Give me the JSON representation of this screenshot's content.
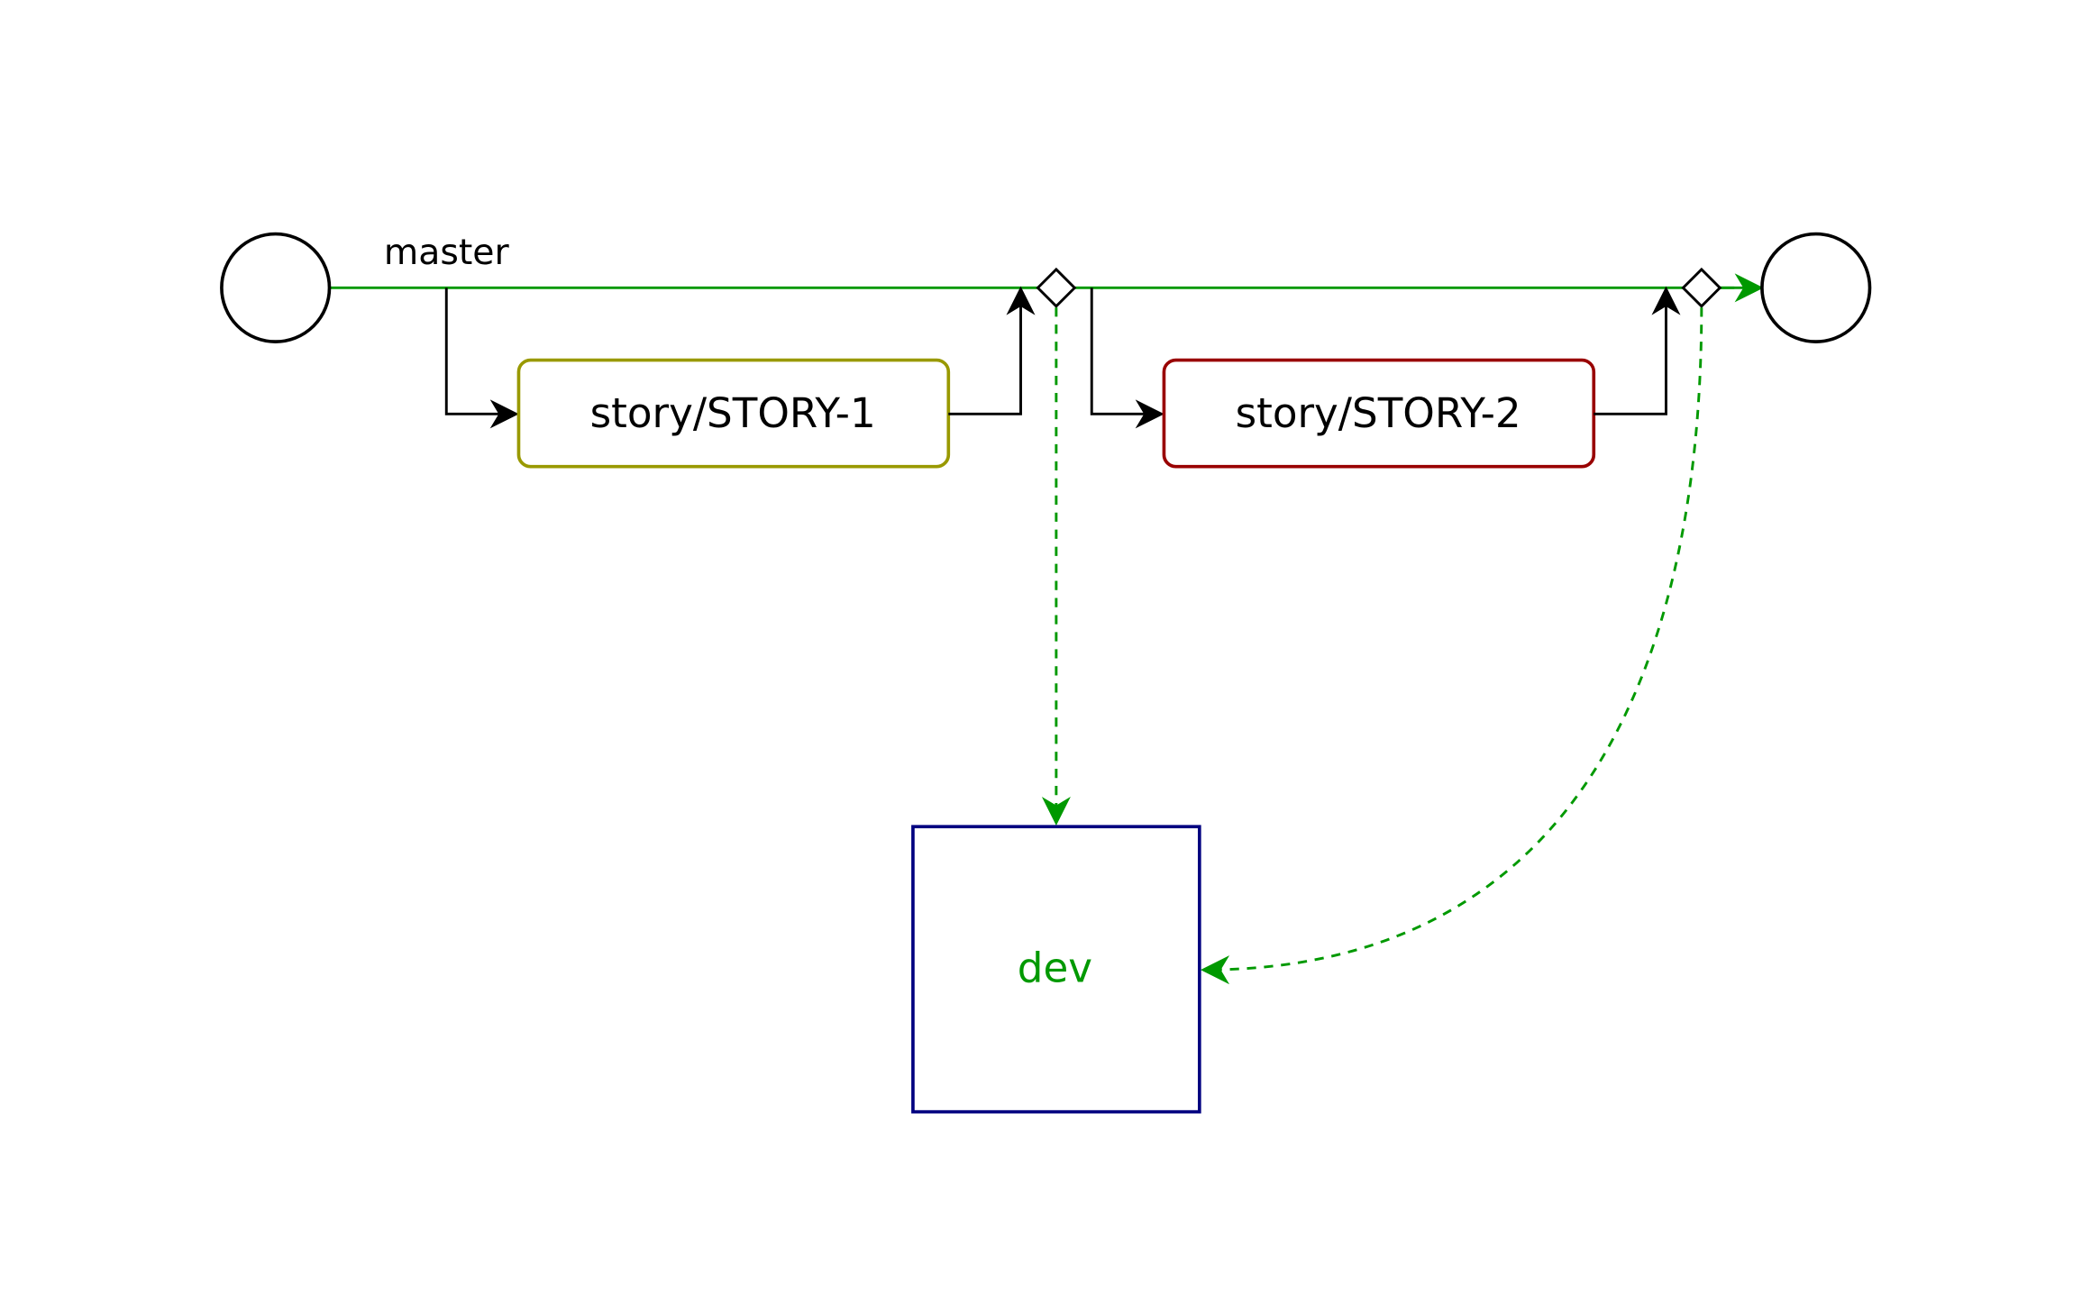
{
  "diagram": {
    "branch_label": "master",
    "story1_label": "story/STORY-1",
    "story2_label": "story/STORY-2",
    "dev_label": "dev"
  },
  "colors": {
    "master_line": "#009900",
    "merge_flow": "#009900",
    "story1_border": "#999900",
    "story2_border": "#990000",
    "dev_border": "#000080",
    "dev_text": "#009900",
    "neutral": "#000000"
  },
  "icons": {
    "start": "circle",
    "end": "circle",
    "merge_gateway": "diamond"
  }
}
